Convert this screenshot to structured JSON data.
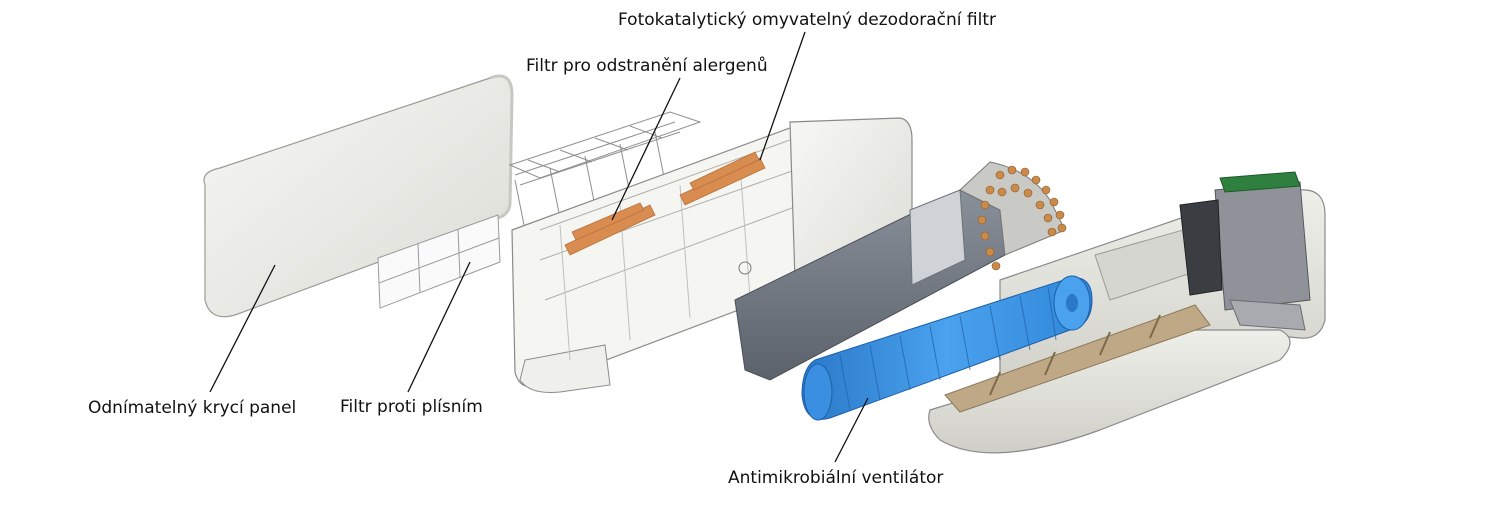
{
  "labels": {
    "deodorizing_filter": "Fotokatalytický omyvatelný dezodorační filtr",
    "allergen_filter": "Filtr pro odstranění alergenů",
    "cover_panel": "Odnímatelný krycí panel",
    "mold_filter": "Filtr proti plísním",
    "fan": "Antimikrobiální ventilátor"
  },
  "colors": {
    "panel": "#ebebe6",
    "frame": "#f4f4f2",
    "outline": "#8a8a8a",
    "filter_orange": "#d9915a",
    "heat_exchanger": "#6e7480",
    "fan_blue": "#3a8fe0",
    "pcb_green": "#2f7f3f",
    "leader_line": "#111111"
  }
}
